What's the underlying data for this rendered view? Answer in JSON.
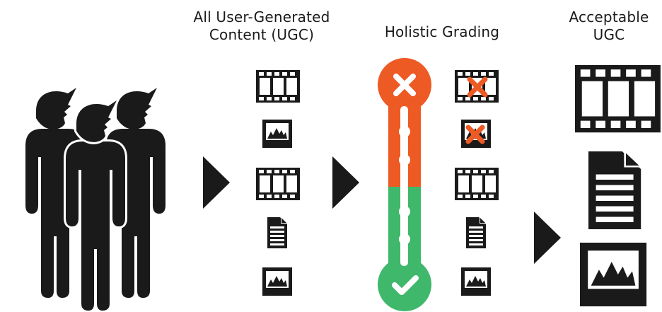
{
  "columns": {
    "all_ugc": {
      "line1": "All User-Generated",
      "line2": "Content (UGC)"
    },
    "grading": {
      "line1": "Holistic Grading"
    },
    "acceptable": {
      "line1": "Acceptable",
      "line2": "UGC"
    }
  },
  "colors": {
    "ink": "#1a1a1a",
    "reject": "#ee5a24",
    "accept": "#3fb86b",
    "background": "#ffffff"
  },
  "icons": {
    "people": "people-group-icon",
    "arrow": "arrow-right-icon",
    "film": "film-strip-icon",
    "image": "image-icon",
    "document": "document-icon",
    "reject_mark": "x-mark-icon",
    "accept_mark": "check-mark-icon"
  }
}
